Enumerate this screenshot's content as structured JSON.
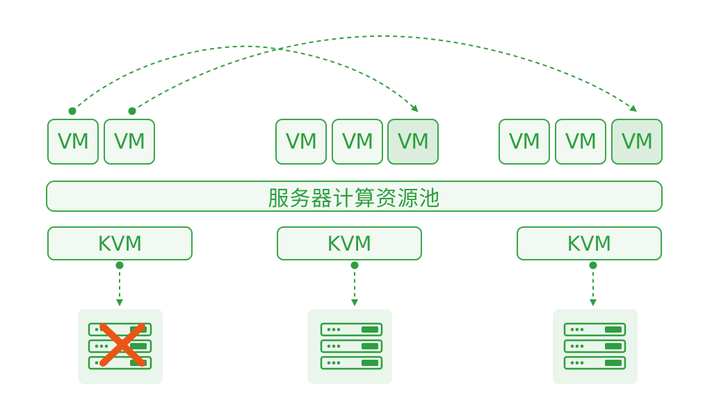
{
  "colors": {
    "accent": "#2f9e40",
    "box_fill": "#f1f9f2",
    "box_fill_migrated": "#dbeedd",
    "tile_fill": "#eaf6ec",
    "failure_mark": "#ea5514"
  },
  "vm_groups": [
    {
      "vms": [
        {
          "label": "VM"
        },
        {
          "label": "VM"
        }
      ]
    },
    {
      "vms": [
        {
          "label": "VM"
        },
        {
          "label": "VM"
        },
        {
          "label": "VM"
        }
      ]
    },
    {
      "vms": [
        {
          "label": "VM"
        },
        {
          "label": "VM"
        },
        {
          "label": "VM"
        }
      ]
    }
  ],
  "pool": {
    "label": "服务器计算资源池"
  },
  "hosts": [
    {
      "hypervisor": "KVM",
      "server_icon": "server-rack-icon",
      "status": "failed"
    },
    {
      "hypervisor": "KVM",
      "server_icon": "server-rack-icon",
      "status": "ok"
    },
    {
      "hypervisor": "KVM",
      "server_icon": "server-rack-icon",
      "status": "ok"
    }
  ]
}
